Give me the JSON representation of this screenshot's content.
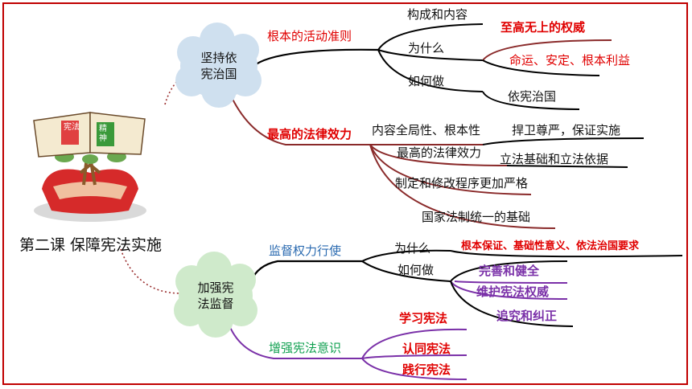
{
  "root": "第二课  保障宪法实施",
  "icon_text": {
    "left": "宪法",
    "right": "精神"
  },
  "cloud1": {
    "line1": "坚持依",
    "line2": "宪治国"
  },
  "cloud2": {
    "line1": "加强宪",
    "line2": "法监督"
  },
  "b1": {
    "label": "根本的活动准则",
    "items": [
      "构成和内容",
      "为什么",
      "如何做"
    ],
    "reason_items": [
      "至高无上的权威",
      "命运、安定、根本利益"
    ],
    "how": "依宪治国"
  },
  "b2": {
    "label": "最高的法律效力",
    "items": [
      "内容全局性、根本性",
      "最高的法律效力",
      "制定和修改程序更加严格",
      "国家法制统一的基础"
    ],
    "extra": [
      "捍卫尊严，保证实施",
      "立法基础和立法依据"
    ]
  },
  "b3": {
    "label": "监督权力行使",
    "why": "为什么",
    "how": "如何做",
    "reason": "根本保证、基础性意义、依法治国要求",
    "how_items": [
      "完善和健全",
      "维护宪法权威",
      "追究和纠正"
    ]
  },
  "b4": {
    "label": "增强宪法意识",
    "items": [
      "学习宪法",
      "认同宪法",
      "践行宪法"
    ]
  }
}
